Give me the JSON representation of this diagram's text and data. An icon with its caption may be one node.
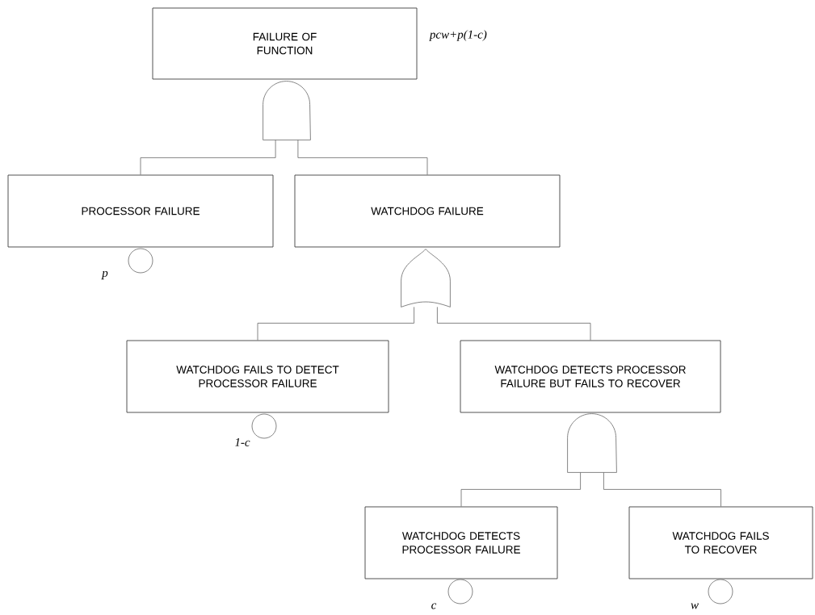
{
  "diagram": {
    "nodes": [
      {
        "text": [
          "FAILURE OF FUNCTION"
        ],
        "beside": [
          "pcw+p(1-c)"
        ]
      },
      {
        "text": [],
        "shape": "and-gate"
      },
      {
        "text": [
          "PROCESSOR FAILURE"
        ]
      },
      {
        "text": [
          "WATCHDOG FAILURE"
        ]
      },
      {
        "text": [],
        "shape": "circle",
        "beside": [
          "p"
        ]
      },
      {
        "text": [],
        "shape": "or-gate"
      },
      {
        "text": [
          "WATCHDOG FAILS TO DETECT PROCESSOR FAILURE"
        ]
      },
      {
        "text": [
          "WATCHDOG DETECTS PROCESSOR FAILURE BUT FAILS TO RECOVER"
        ]
      },
      {
        "text": [],
        "shape": "circle",
        "beside": [
          "1-c"
        ]
      },
      {
        "text": [],
        "shape": "and-gate"
      },
      {
        "text": [
          "WATCHDOG DETECTS PROCESSOR FAILURE"
        ]
      },
      {
        "text": [
          "WATCHDOG FAILS TO RECOVER"
        ]
      },
      {
        "text": [],
        "shape": "circle",
        "beside": [
          "c"
        ]
      },
      {
        "text": [],
        "shape": "circle",
        "beside": [
          "w"
        ]
      }
    ],
    "edges": [
      {
        "from": 1,
        "to": 2,
        "arrow": "none"
      },
      {
        "from": 1,
        "to": 3,
        "arrow": "none"
      },
      {
        "from": 5,
        "to": 6,
        "arrow": "none"
      },
      {
        "from": 5,
        "to": 7,
        "arrow": "none"
      },
      {
        "from": 9,
        "to": 10,
        "arrow": "none"
      },
      {
        "from": 9,
        "to": 11,
        "arrow": "none"
      }
    ]
  }
}
